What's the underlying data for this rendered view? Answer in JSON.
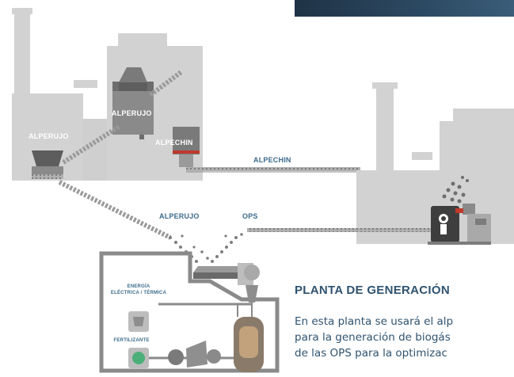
{
  "labels": {
    "alperujo_left": "ALPERUJO",
    "alperujo_hopper": "ALPERUJO",
    "alpechin_tank": "ALPECHIN",
    "alpechin_line": "ALPECHIN",
    "alperujo_line": "ALPERUJO",
    "ops_line": "OPS",
    "energia_1": "ENERGÍA",
    "energia_2": "ELÉCTRICA / TÉRMICA",
    "fertilizante": "FERTILIZANTE"
  },
  "text": {
    "title": "PLANTA DE GENERACIÓN",
    "line1": "En esta planta se usará el alp",
    "line2": "para la generación de biogás",
    "line3": "de las OPS para la optimizac"
  },
  "colors": {
    "building": "#d2d2d2",
    "building_dark": "#b9b9b9",
    "conveyor": "#9a9a9a",
    "accent_blue": "#3c6b8b",
    "banner": "#2d4a63",
    "red_line": "#c0392b"
  }
}
